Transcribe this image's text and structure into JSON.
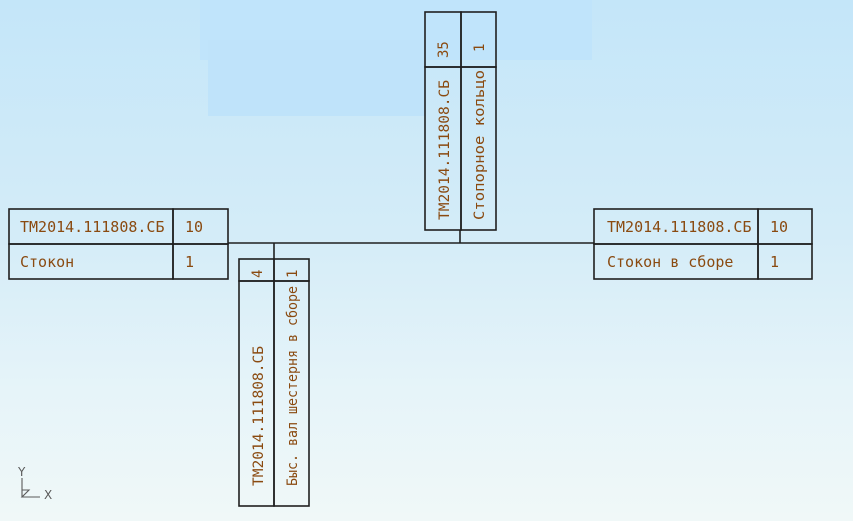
{
  "tables": [
    {
      "id": "left",
      "rows": [
        {
          "designation": "ТМ2014.111808.СБ",
          "qty": "10"
        },
        {
          "designation": "Стокон",
          "qty": "1"
        }
      ]
    },
    {
      "id": "top",
      "columns": [
        {
          "designation": "ТМ2014.111808.СБ",
          "qty": "35"
        },
        {
          "designation": "Стопорное кольцо",
          "qty": "1"
        }
      ]
    },
    {
      "id": "right",
      "rows": [
        {
          "designation": "ТМ2014.111808.СБ",
          "qty": "10"
        },
        {
          "designation": "Стокон в сборе",
          "qty": "1"
        }
      ]
    },
    {
      "id": "bottom",
      "columns": [
        {
          "designation": "ТМ2014.111808.СБ",
          "qty": "4"
        },
        {
          "designation": "Быс. вал шестерня в сборе",
          "qty": "1"
        }
      ]
    }
  ],
  "axis_indicator": {
    "y_label": "Y",
    "x_label": "X"
  },
  "colors": {
    "line": "#202020",
    "text": "#8a4a10",
    "axis": "#5a5a5a"
  }
}
